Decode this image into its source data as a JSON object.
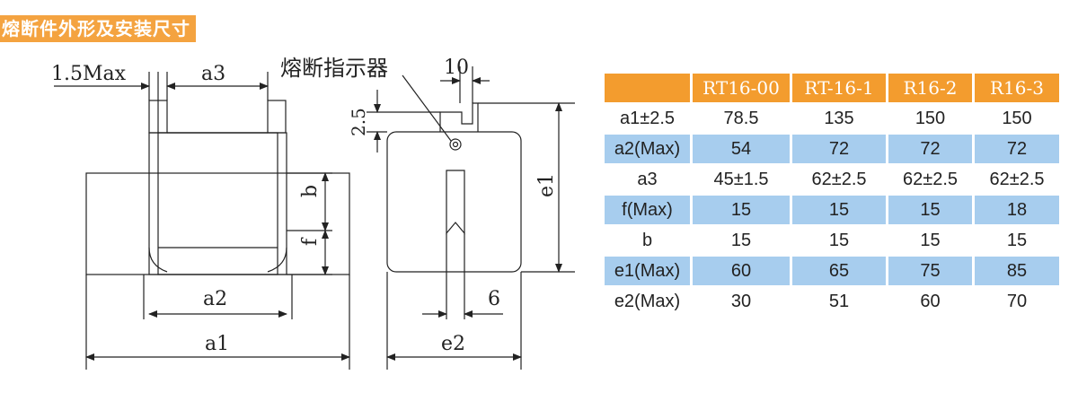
{
  "title": "熔断件外形及安装尺寸",
  "drawing": {
    "indicator_label": "熔断指示器",
    "dims": {
      "max15": "1.5Max",
      "a3": "a3",
      "a2": "a2",
      "a1": "a1",
      "b": "b",
      "f": "f",
      "ten": "10",
      "two5": "2.5",
      "e1": "e1",
      "six": "6",
      "e2": "e2"
    }
  },
  "table": {
    "headers": [
      "",
      "RT16-00",
      "RT-16-1",
      "R16-2",
      "R16-3"
    ],
    "rows": [
      {
        "label": "a1±2.5",
        "values": [
          "78.5",
          "135",
          "150",
          "150"
        ]
      },
      {
        "label": "a2(Max)",
        "values": [
          "54",
          "72",
          "72",
          "72"
        ]
      },
      {
        "label": "a3",
        "values": [
          "45±1.5",
          "62±2.5",
          "62±2.5",
          "62±2.5"
        ]
      },
      {
        "label": "f(Max)",
        "values": [
          "15",
          "15",
          "15",
          "18"
        ]
      },
      {
        "label": "b",
        "values": [
          "15",
          "15",
          "15",
          "15"
        ]
      },
      {
        "label": "e1(Max)",
        "values": [
          "60",
          "65",
          "75",
          "85"
        ]
      },
      {
        "label": "e2(Max)",
        "values": [
          "30",
          "51",
          "60",
          "70"
        ]
      }
    ],
    "colors": {
      "header": "#f39c2e",
      "stripe": "#a7cdee",
      "title_bg": "#f4a340"
    }
  }
}
